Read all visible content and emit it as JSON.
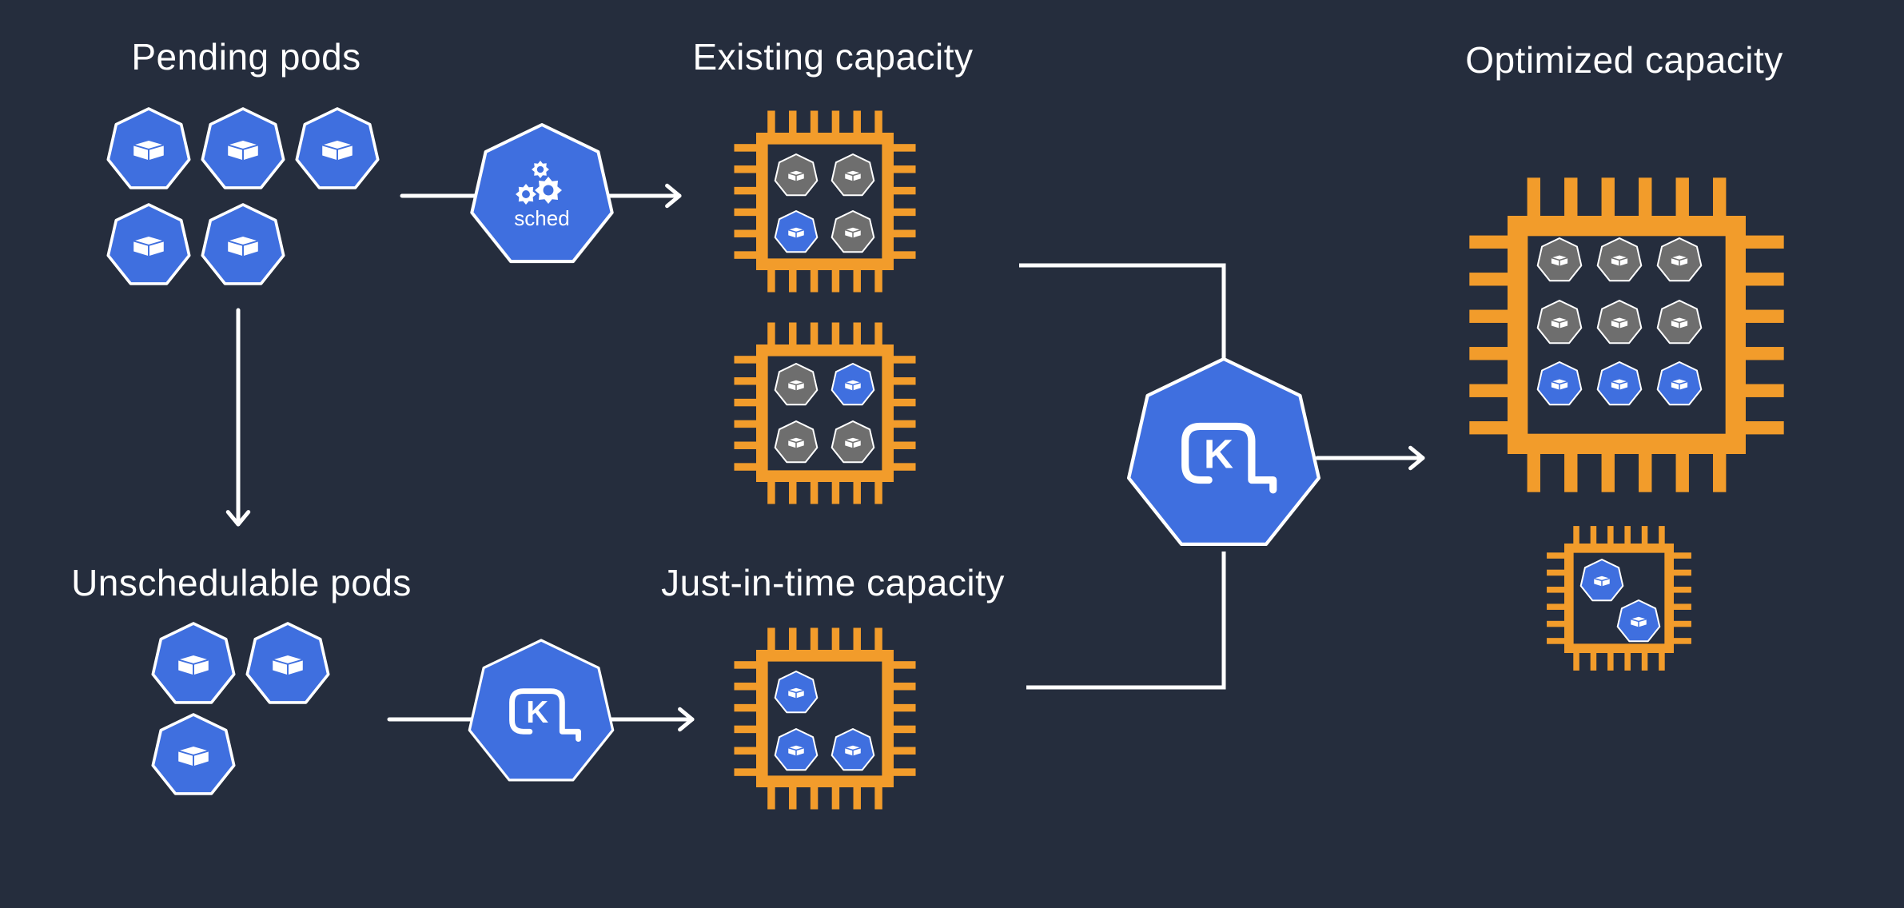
{
  "labels": {
    "pending": "Pending pods",
    "existing": "Existing capacity",
    "optimized": "Optimized capacity",
    "unschedulable": "Unschedulable pods",
    "jit": "Just-in-time capacity",
    "sched_badge": "sched",
    "karpenter_letter": "K"
  },
  "colors": {
    "background": "#252d3d",
    "pod_blue": "#3f6fdf",
    "pod_gray": "#6e6e6e",
    "chip_orange": "#f29c2b",
    "arrow": "#ffffff"
  },
  "icons": {
    "pod": "cube-icon",
    "scheduler": "kube-scheduler-icon",
    "karpenter": "karpenter-icon",
    "node": "chip-icon"
  }
}
